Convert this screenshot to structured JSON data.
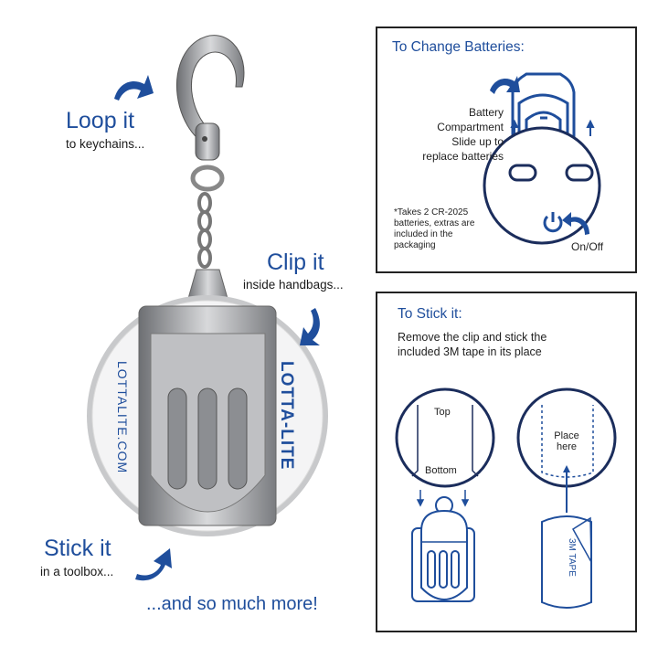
{
  "callouts": {
    "loop": {
      "title": "Loop it",
      "subtitle": "to keychains..."
    },
    "clip": {
      "title": "Clip it",
      "subtitle": "inside handbags..."
    },
    "stick": {
      "title": "Stick it",
      "subtitle": "in a toolbox..."
    },
    "more": "...and so much more!"
  },
  "device": {
    "brand": "LOTTA-LITE",
    "website": "LOTTALITE.COM"
  },
  "batteries_panel": {
    "title": "To Change Batteries:",
    "compartment_label": [
      "Battery",
      "Compartment",
      "Slide up to",
      "replace batteries"
    ],
    "note": [
      "*Takes 2 CR-2025",
      "batteries, extras are",
      "included in the",
      "packaging"
    ],
    "power_label": "On/Off"
  },
  "stick_panel": {
    "title": "To Stick it:",
    "instructions": [
      "Remove the clip and stick the",
      "included 3M tape in its place"
    ],
    "top_label": "Top",
    "bottom_label": "Bottom",
    "place_label": [
      "Place",
      "here"
    ],
    "tape_label": "3M TAPE"
  },
  "colors": {
    "accent": "#1f4e9c",
    "outline": "#1b2d5c",
    "metal": "#a9abae"
  }
}
